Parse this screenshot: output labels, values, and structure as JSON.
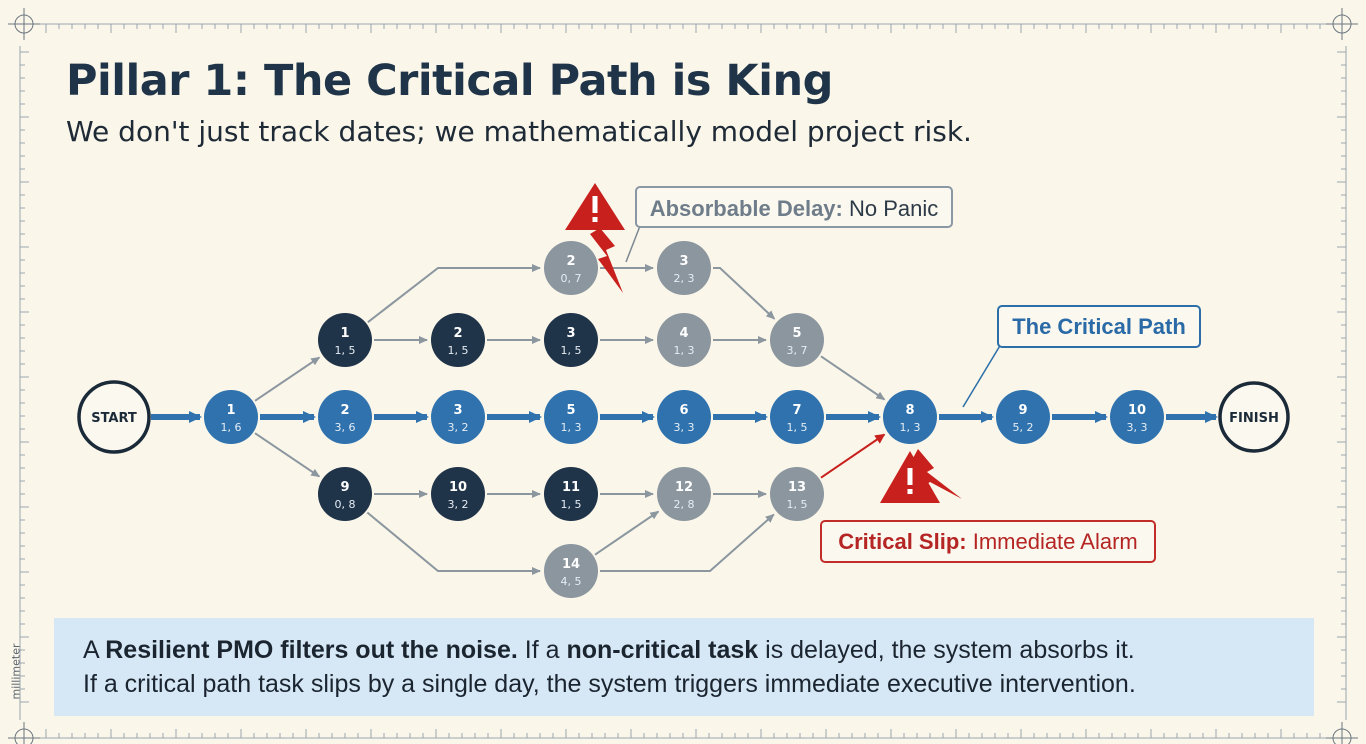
{
  "title": "Pillar 1: The Critical Path is King",
  "subtitle": "We don't just track dates; we mathematically model project risk.",
  "ruler_label": "millimeter",
  "colors": {
    "critical": "#2f72ae",
    "dark": "#1f3349",
    "gray": "#8b969f",
    "alarm": "#c8201c",
    "panel": "#d6e7f5"
  },
  "terminals": {
    "start": "START",
    "finish": "FINISH"
  },
  "nodes": [
    {
      "id": "c1",
      "label": "1",
      "sub": "1, 6",
      "kind": "critical"
    },
    {
      "id": "c2",
      "label": "2",
      "sub": "3, 6",
      "kind": "critical"
    },
    {
      "id": "c3",
      "label": "3",
      "sub": "3, 2",
      "kind": "critical"
    },
    {
      "id": "c5",
      "label": "5",
      "sub": "1, 3",
      "kind": "critical"
    },
    {
      "id": "c6",
      "label": "6",
      "sub": "3, 3",
      "kind": "critical"
    },
    {
      "id": "c7",
      "label": "7",
      "sub": "1, 5",
      "kind": "critical"
    },
    {
      "id": "c8",
      "label": "8",
      "sub": "1, 3",
      "kind": "critical"
    },
    {
      "id": "c9",
      "label": "9",
      "sub": "5, 2",
      "kind": "critical"
    },
    {
      "id": "c10",
      "label": "10",
      "sub": "3, 3",
      "kind": "critical"
    },
    {
      "id": "d1",
      "label": "1",
      "sub": "1, 5",
      "kind": "dark"
    },
    {
      "id": "d2",
      "label": "2",
      "sub": "1, 5",
      "kind": "dark"
    },
    {
      "id": "d3",
      "label": "3",
      "sub": "1, 5",
      "kind": "dark"
    },
    {
      "id": "d9",
      "label": "9",
      "sub": "0, 8",
      "kind": "dark"
    },
    {
      "id": "d10",
      "label": "10",
      "sub": "3, 2",
      "kind": "dark"
    },
    {
      "id": "d11",
      "label": "11",
      "sub": "1, 5",
      "kind": "dark"
    },
    {
      "id": "g2",
      "label": "2",
      "sub": "0, 7",
      "kind": "gray"
    },
    {
      "id": "g3",
      "label": "3",
      "sub": "2, 3",
      "kind": "gray"
    },
    {
      "id": "g4",
      "label": "4",
      "sub": "1, 3",
      "kind": "gray"
    },
    {
      "id": "g5",
      "label": "5",
      "sub": "3, 7",
      "kind": "gray"
    },
    {
      "id": "g12",
      "label": "12",
      "sub": "2, 8",
      "kind": "gray"
    },
    {
      "id": "g13",
      "label": "13",
      "sub": "1, 5",
      "kind": "gray"
    },
    {
      "id": "g14",
      "label": "14",
      "sub": "4, 5",
      "kind": "gray"
    }
  ],
  "edges": [
    [
      "start",
      "c1",
      "critical"
    ],
    [
      "c1",
      "c2",
      "critical"
    ],
    [
      "c2",
      "c3",
      "critical"
    ],
    [
      "c3",
      "c5",
      "critical"
    ],
    [
      "c5",
      "c6",
      "critical"
    ],
    [
      "c6",
      "c7",
      "critical"
    ],
    [
      "c7",
      "c8",
      "critical"
    ],
    [
      "c8",
      "c9",
      "critical"
    ],
    [
      "c9",
      "c10",
      "critical"
    ],
    [
      "c10",
      "finish",
      "critical"
    ],
    [
      "c1",
      "d1",
      "gray"
    ],
    [
      "d1",
      "g2",
      "gray"
    ],
    [
      "d1",
      "d2",
      "gray"
    ],
    [
      "d2",
      "d3",
      "gray"
    ],
    [
      "d3",
      "g4",
      "gray"
    ],
    [
      "g2",
      "g3",
      "gray"
    ],
    [
      "g3",
      "g5",
      "gray"
    ],
    [
      "g4",
      "g5",
      "gray"
    ],
    [
      "g5",
      "c8",
      "gray"
    ],
    [
      "c1",
      "d9",
      "gray"
    ],
    [
      "d9",
      "d10",
      "gray"
    ],
    [
      "d10",
      "d11",
      "gray"
    ],
    [
      "d11",
      "g12",
      "gray"
    ],
    [
      "d9",
      "g14",
      "gray"
    ],
    [
      "g14",
      "g12",
      "gray"
    ],
    [
      "g12",
      "g13",
      "gray"
    ],
    [
      "g14",
      "g13",
      "gray"
    ],
    [
      "g13",
      "c8",
      "alarm"
    ]
  ],
  "callouts": {
    "absorbable_bold": "Absorbable Delay:",
    "absorbable_rest": "No Panic",
    "critical_path": "The Critical Path",
    "slip_bold": "Critical Slip:",
    "slip_rest": "Immediate Alarm"
  },
  "panel": {
    "line1": [
      {
        "t": "A ",
        "b": false
      },
      {
        "t": "Resilient PMO filters out the noise.",
        "b": true
      },
      {
        "t": " If a ",
        "b": false
      },
      {
        "t": "non-critical task",
        "b": true
      },
      {
        "t": " is delayed, the system absorbs it.",
        "b": false
      }
    ],
    "line2": "If a critical path task slips by a single day, the system triggers immediate executive intervention."
  }
}
